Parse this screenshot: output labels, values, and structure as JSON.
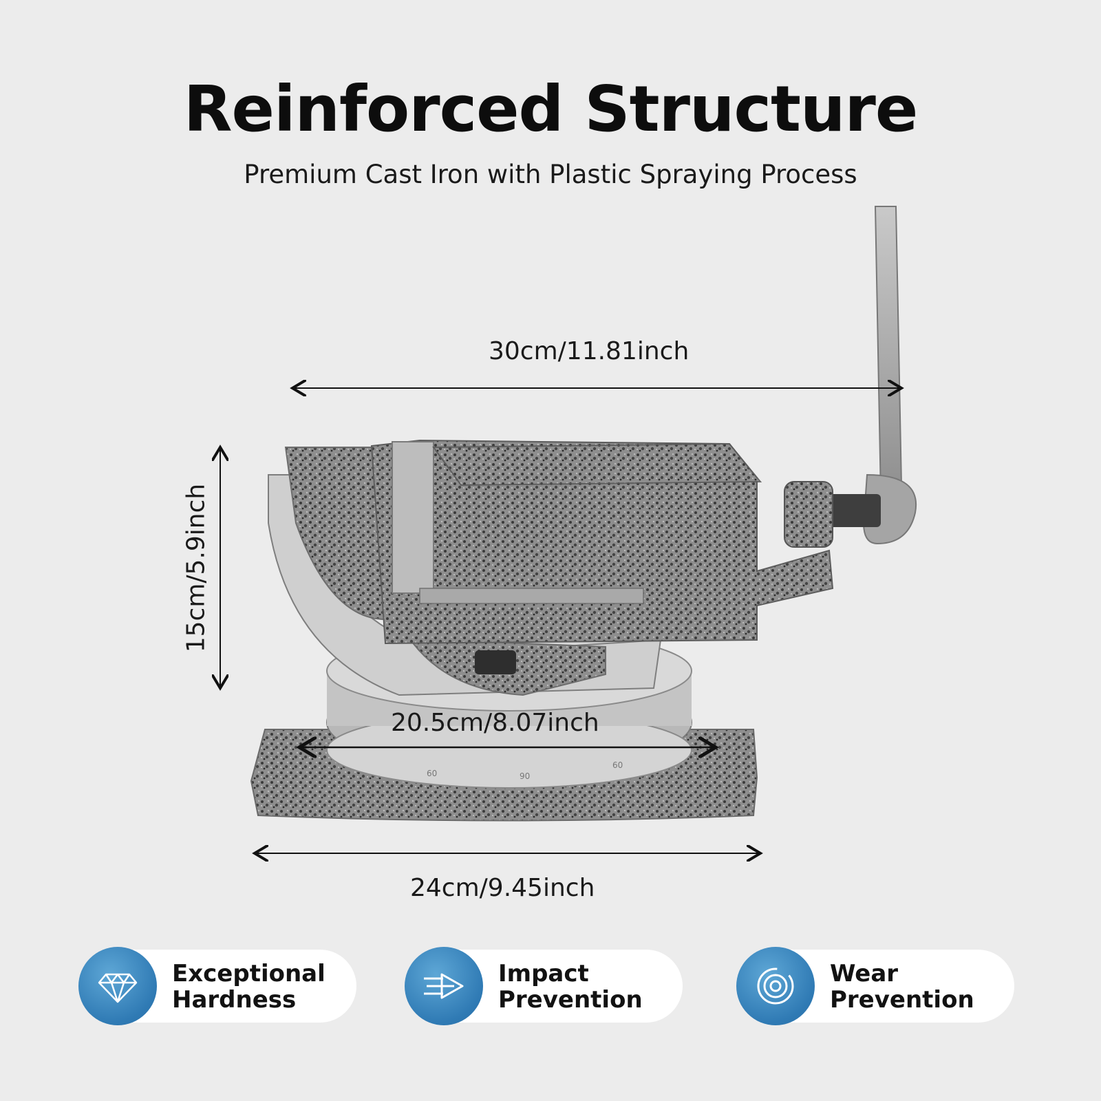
{
  "header": {
    "title": "Reinforced Structure",
    "subtitle": "Premium Cast Iron with Plastic Spraying Process"
  },
  "dimensions": {
    "total_length": "30cm/11.81inch",
    "height": "15cm/5.9inch",
    "jaw_width": "20.5cm/8.07inch",
    "base_length": "24cm/9.45inch"
  },
  "dial_scale": [
    "60",
    "90",
    "60"
  ],
  "features": [
    {
      "line1": "Exceptional",
      "line2": "Hardness",
      "icon": "diamond-icon"
    },
    {
      "line1": "Impact",
      "line2": "Prevention",
      "icon": "arrow-impact-icon"
    },
    {
      "line1": "Wear",
      "line2": "Prevention",
      "icon": "wear-ring-icon"
    }
  ],
  "colors": {
    "background": "#ececec",
    "icon_blue": "#2f7ab4",
    "card": "#ffffff",
    "metal_gray": "#8c8c8c"
  }
}
